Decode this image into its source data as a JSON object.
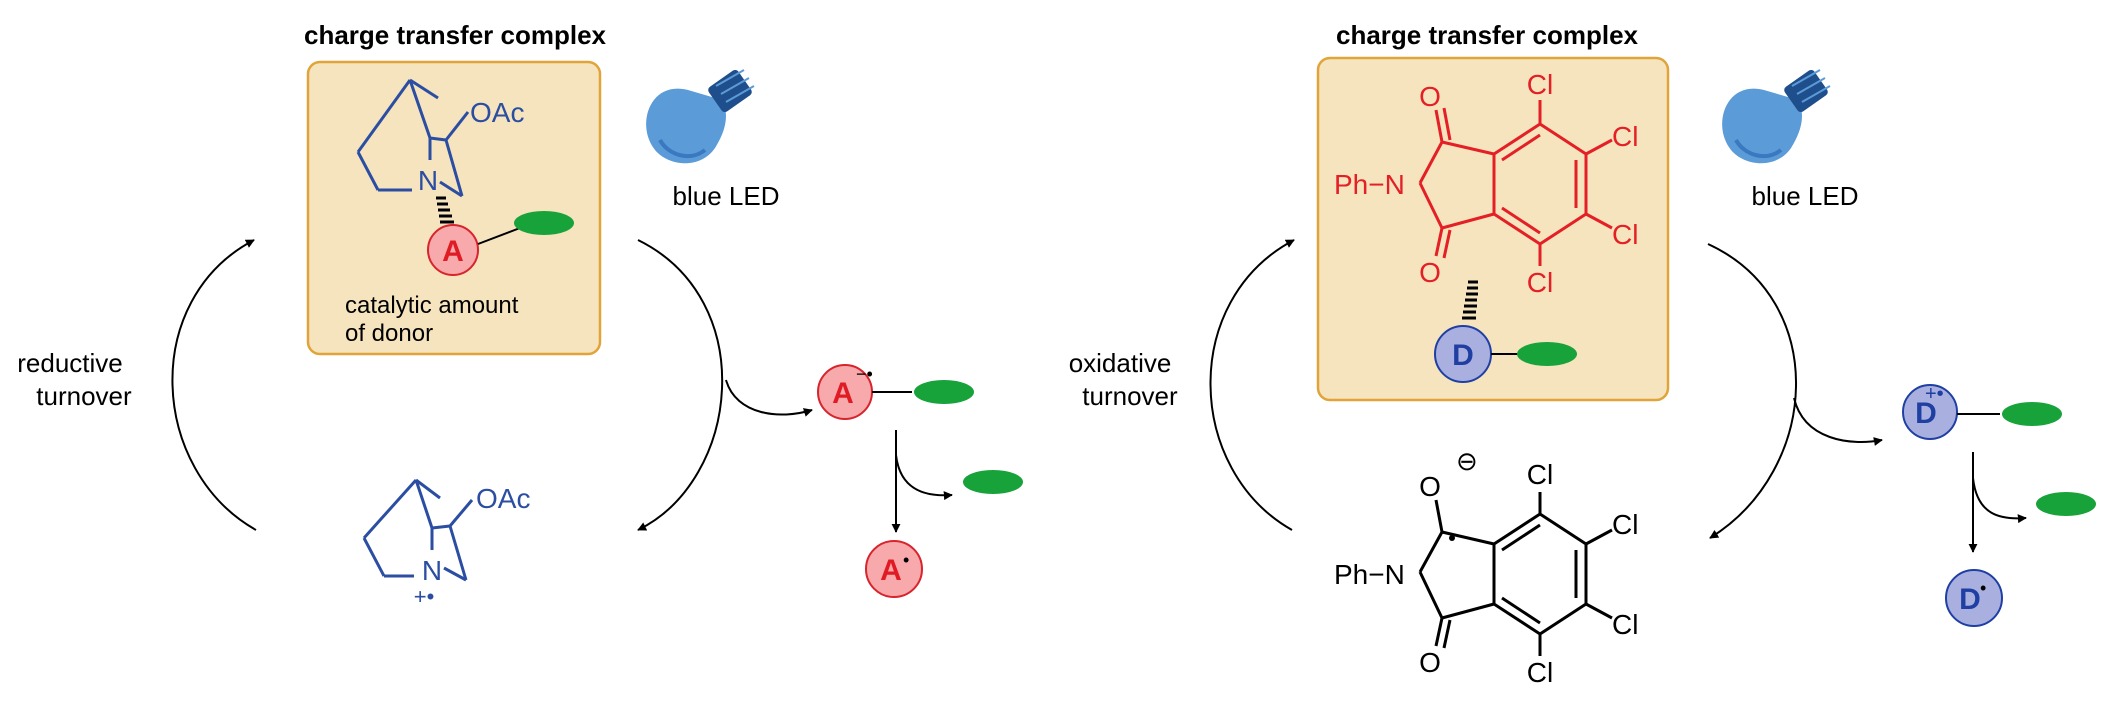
{
  "colors": {
    "box_fill": "#f5e4bd",
    "box_stroke": "#e0a43a",
    "acceptor_fill": "#f7a9ab",
    "acceptor_stroke": "#d8242c",
    "acceptor_text": "#e01b24",
    "donor_fill": "#a9b0e0",
    "donor_stroke": "#1f3fa3",
    "donor_text": "#1f3fa3",
    "quinuclidine": "#2b4ea3",
    "phthalimide_red": "#e41f26",
    "green_oval": "#17a33a",
    "bulb_body": "#5b9bd8",
    "bulb_base": "#1f4e8c"
  },
  "icons": [
    "lightbulb-icon",
    "green-oval-icon"
  ],
  "left_panel": {
    "title": "charge transfer complex",
    "led_label": "blue LED",
    "box_note_line1": "catalytic amount",
    "box_note_line2": "of donor",
    "turnover_line1": "reductive",
    "turnover_line2": "turnover",
    "oac_top": "OAc",
    "n_top": "N",
    "oac_bottom": "OAc",
    "n_bottom": "N",
    "radical_cation_mark": "+•",
    "acceptor_label": "A",
    "acceptor_anion_label": "A",
    "acceptor_anion_charge": "−•",
    "acceptor_radical_label": "A",
    "acceptor_radical_mark": "•"
  },
  "right_panel": {
    "title": "charge transfer complex",
    "led_label": "blue LED",
    "turnover_line1": "oxidative",
    "turnover_line2": "turnover",
    "ph_n_top": "Ph−N",
    "o_top": "O",
    "o_bottom": "O",
    "cl_1": "Cl",
    "cl_2": "Cl",
    "cl_3": "Cl",
    "cl_4": "Cl",
    "donor_label": "D",
    "radical_anion_o": "O",
    "radical_anion_charge": "⊖",
    "ph_n_bottom": "Ph−N",
    "o_bottom_radical": "O",
    "cl_b1": "Cl",
    "cl_b2": "Cl",
    "cl_b3": "Cl",
    "cl_b4": "Cl",
    "donor_cation_label": "D",
    "donor_cation_charge": "+•",
    "donor_radical_label": "D",
    "donor_radical_mark": "•"
  }
}
